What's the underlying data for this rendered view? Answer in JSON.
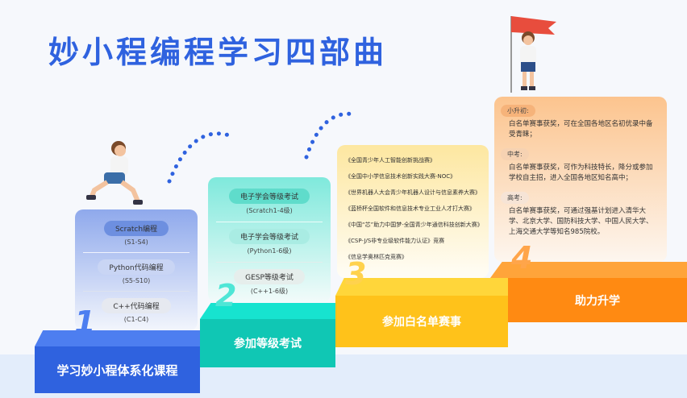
{
  "title": "妙小程编程学习四部曲",
  "steps": [
    {
      "number": "1",
      "label": "学习妙小程体系化课程",
      "items": [
        {
          "name": "Scratch编程",
          "range": "(S1-S4)"
        },
        {
          "name": "Python代码编程",
          "range": "(S5-S10)"
        },
        {
          "name": "C++代码编程",
          "range": "(C1-C4)"
        }
      ]
    },
    {
      "number": "2",
      "label": "参加等级考试",
      "items": [
        {
          "name": "电子学会等级考试",
          "range": "(Scratch1-4级)"
        },
        {
          "name": "电子学会等级考试",
          "range": "(Python1-6级)"
        },
        {
          "name": "GESP等级考试",
          "range": "(C++1-6级)"
        }
      ]
    },
    {
      "number": "3",
      "label": "参加白名单赛事",
      "items": [
        "《全国青少年人工智能创新挑战赛》",
        "《全国中小学信息技术创新实践大赛-NOC》",
        "《世界机器人大会青少年机器人设计与信息素养大赛》",
        "《蓝桥杯全国软件和信息技术专业工业人才打大赛》",
        "《中国“芯”助力中国梦-全国青少年通信科技创新大赛》",
        "《CSP-J/S非专业级软件能力认证》竞赛",
        "《信息学奥林匹克竞赛》"
      ]
    },
    {
      "number": "4",
      "label": "助力升学",
      "items": [
        {
          "name": "小升初:",
          "text": "白名单赛事获奖，可在全国各地区名初优录中备受青睐；"
        },
        {
          "name": "中考:",
          "text": "白名单赛事获奖，可作为科技特长，降分或参加学校自主招，进入全国各地区知名高中；"
        },
        {
          "name": "高考:",
          "text": "白名单赛事获奖，可通过强基计划进入清华大学、北京大学、国防科技大学、中国人民大学、上海交通大学等知名985院校。"
        }
      ]
    }
  ],
  "colors": {
    "blue": "#2f62df",
    "teal": "#15d6c4",
    "yellow": "#ffc81a",
    "orange": "#ff8a12"
  }
}
